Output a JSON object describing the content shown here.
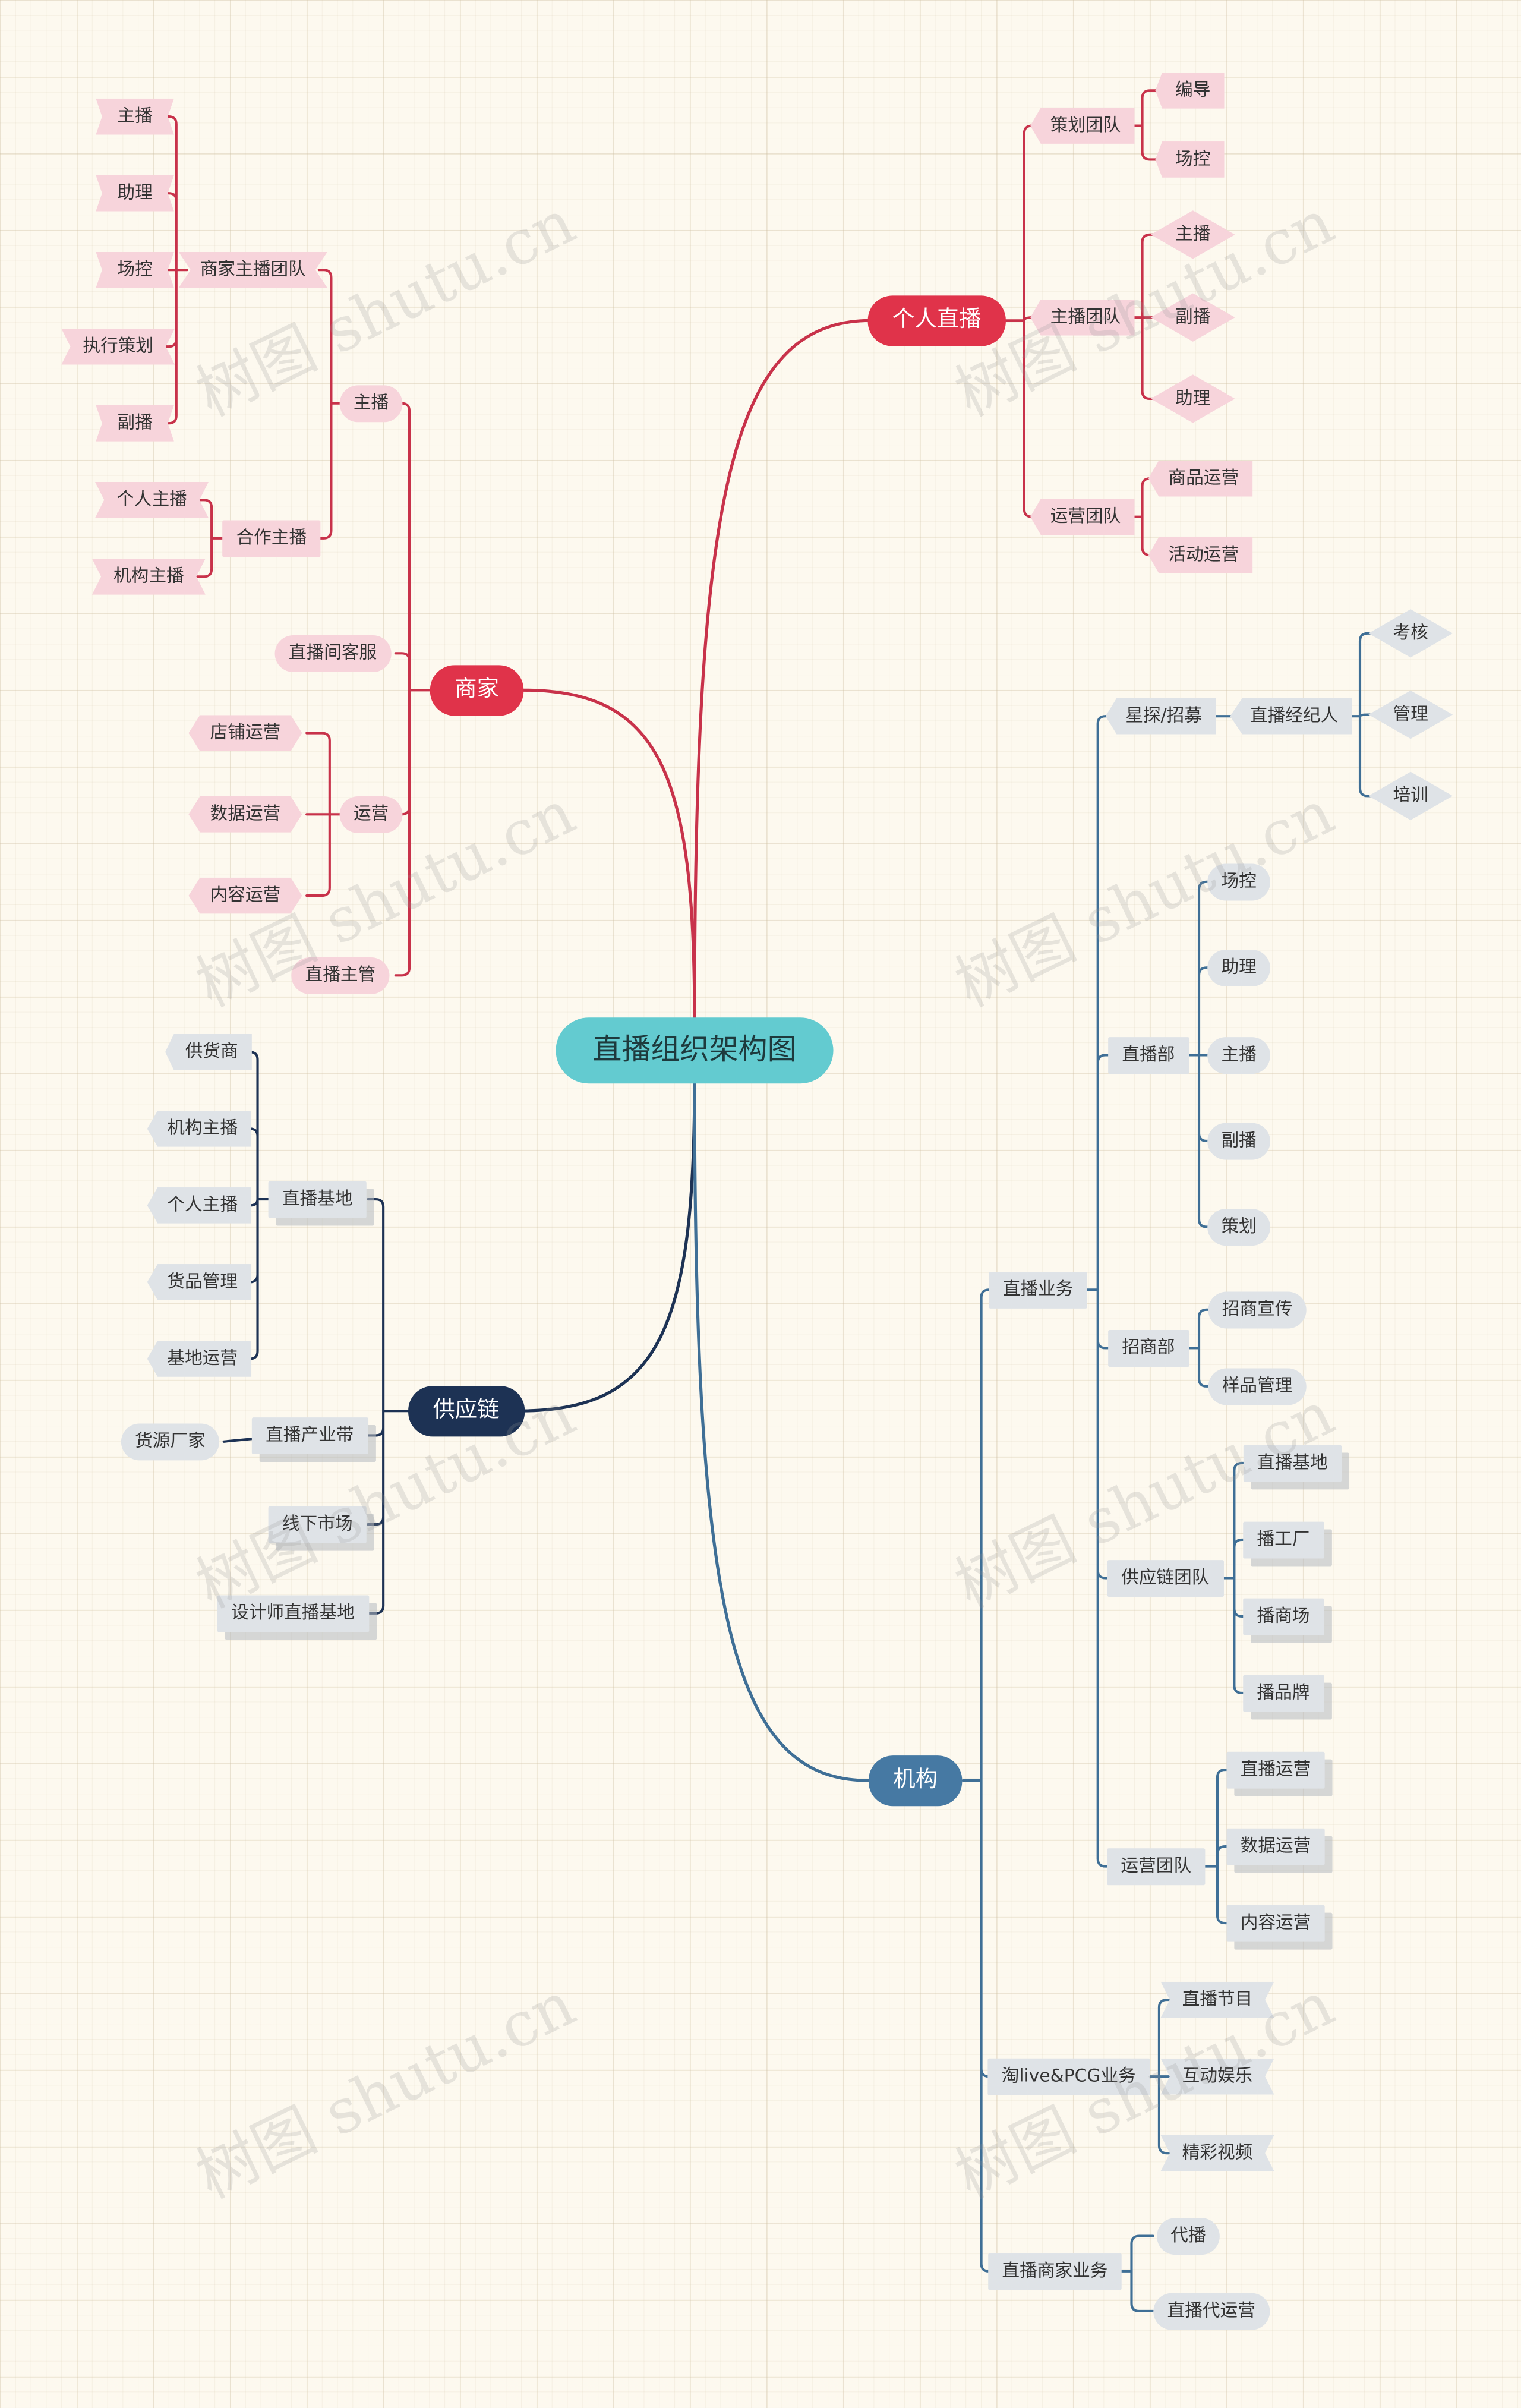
{
  "root": {
    "label": "直播组织架构图"
  },
  "branches": {
    "personal": {
      "label": "个人直播",
      "planning": {
        "label": "策划团队",
        "children": [
          "编导",
          "场控"
        ]
      },
      "anchor": {
        "label": "主播团队",
        "children": [
          "主播",
          "副播",
          "助理"
        ]
      },
      "ops": {
        "label": "运营团队",
        "children": [
          "商品运营",
          "活动运营"
        ]
      }
    },
    "merchant": {
      "label": "商家",
      "anchor": {
        "label": "主播",
        "team": {
          "label": "商家主播团队",
          "children": [
            "主播",
            "助理",
            "场控",
            "执行策划",
            "副播"
          ]
        },
        "coop": {
          "label": "合作主播",
          "children": [
            "个人主播",
            "机构主播"
          ]
        }
      },
      "service": {
        "label": "直播间客服"
      },
      "ops": {
        "label": "运营",
        "children": [
          "店铺运营",
          "数据运营",
          "内容运营"
        ]
      },
      "manager": {
        "label": "直播主管"
      }
    },
    "supply": {
      "label": "供应链",
      "base": {
        "label": "直播基地",
        "children": [
          "供货商",
          "机构主播",
          "个人主播",
          "货品管理",
          "基地运营"
        ]
      },
      "belt": {
        "label": "直播产业带",
        "children": [
          "货源厂家"
        ]
      },
      "market": {
        "label": "线下市场"
      },
      "designer": {
        "label": "设计师直播基地"
      }
    },
    "agency": {
      "label": "机构",
      "live": {
        "label": "直播业务",
        "scout": {
          "label": "星探/招募",
          "agent": {
            "label": "直播经纪人",
            "children": [
              "考核",
              "管理",
              "培训"
            ]
          }
        },
        "dept": {
          "label": "直播部",
          "children": [
            "场控",
            "助理",
            "主播",
            "副播",
            "策划"
          ]
        },
        "invest": {
          "label": "招商部",
          "children": [
            "招商宣传",
            "样品管理"
          ]
        },
        "chain": {
          "label": "供应链团队",
          "children": [
            "直播基地",
            "播工厂",
            "播商场",
            "播品牌"
          ]
        },
        "ops": {
          "label": "运营团队",
          "children": [
            "直播运营",
            "数据运营",
            "内容运营"
          ]
        }
      },
      "taolive": {
        "label": "淘live&PCG业务",
        "children": [
          "直播节目",
          "互动娱乐",
          "精彩视频"
        ]
      },
      "merchantBiz": {
        "label": "直播商家业务",
        "children": [
          "代播",
          "直播代运营"
        ]
      }
    }
  },
  "watermark": "树图 shutu.cn",
  "colors": {
    "red": "#e0334a",
    "navy": "#1d3254",
    "blue": "#4679a3",
    "root": "#63cbd0",
    "pink": "#f7d4db",
    "gray": "#dfe3e7"
  }
}
